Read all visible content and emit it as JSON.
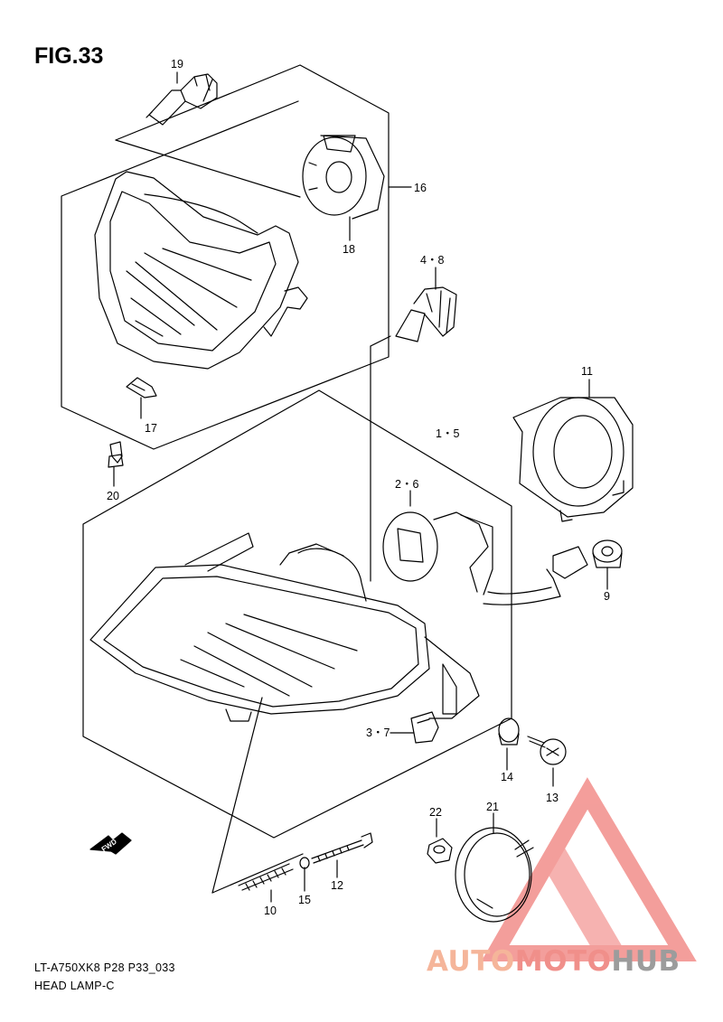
{
  "figure": {
    "title": "FIG.33"
  },
  "callouts": [
    {
      "id": "c19",
      "label": "19"
    },
    {
      "id": "c16",
      "label": "16"
    },
    {
      "id": "c18",
      "label": "18"
    },
    {
      "id": "c48",
      "label": "4・8"
    },
    {
      "id": "c11",
      "label": "11"
    },
    {
      "id": "c15b",
      "label": "1・5"
    },
    {
      "id": "c17",
      "label": "17"
    },
    {
      "id": "c20",
      "label": "20"
    },
    {
      "id": "c26",
      "label": "2・6"
    },
    {
      "id": "c9",
      "label": "9"
    },
    {
      "id": "c37",
      "label": "3・7"
    },
    {
      "id": "c14",
      "label": "14"
    },
    {
      "id": "c13",
      "label": "13"
    },
    {
      "id": "c22",
      "label": "22"
    },
    {
      "id": "c21",
      "label": "21"
    },
    {
      "id": "c10",
      "label": "10"
    },
    {
      "id": "c15",
      "label": "15"
    },
    {
      "id": "c12",
      "label": "12"
    }
  ],
  "fwd_label": "FWD",
  "footer": {
    "model_code": "LT-A750XK8 P28 P33_033",
    "section": "HEAD LAMP-C"
  },
  "watermark": {
    "part1": "AUTO",
    "part2": "MOTO",
    "part3": "HUB",
    "colors": {
      "auto": "#f5b59a",
      "moto": "#f08f8a",
      "hub": "#9c9c9c",
      "logo": "#f07e7a"
    }
  }
}
